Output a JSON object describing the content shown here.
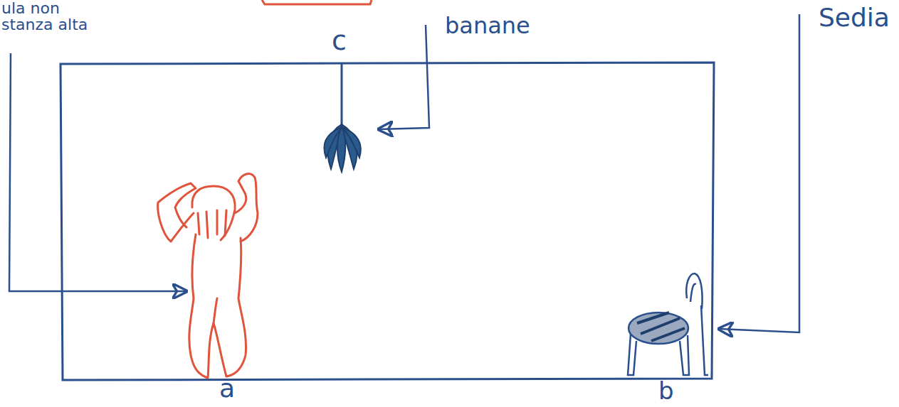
{
  "diagram": {
    "labels": [
      "ula non stanza alta",
      "c",
      "banane",
      "Sedia",
      "a",
      "b"
    ]
  }
}
